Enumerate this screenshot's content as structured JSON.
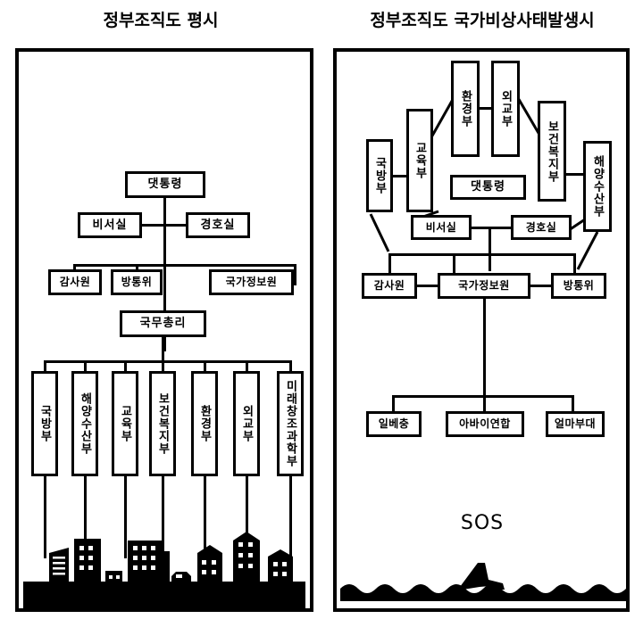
{
  "page": {
    "left_title": "정부조직도 평시",
    "right_title": "정부조직도  국가비상사태발생시"
  },
  "peacetime": {
    "president": "댓통령",
    "secretariat": "비서실",
    "security_office": "경호실",
    "audit_board": "감사원",
    "broadcasting_commission": "방통위",
    "intelligence_service": "국가정보원",
    "prime_minister": "국무총리",
    "ministries": [
      "국방부",
      "해양수산부",
      "교육부",
      "보건복지부",
      "환경부",
      "외교부",
      "미래창조과학부"
    ],
    "scene": "city-skyline"
  },
  "emergency": {
    "president": "댓통령",
    "secretariat": "비서실",
    "security_office": "경호실",
    "audit_board": "감사원",
    "intelligence_service": "국가정보원",
    "broadcasting_commission": "방통위",
    "shield_ministries": [
      "국방부",
      "교육부",
      "환경부",
      "외교부",
      "보건복지부",
      "해양수산부"
    ],
    "groups": [
      "일베충",
      "아바이연합",
      "얼마부대"
    ],
    "distress_signal": "SOS",
    "scene": "sinking-ship-sea"
  },
  "colors": {
    "ink": "#000000",
    "paper": "#ffffff"
  }
}
